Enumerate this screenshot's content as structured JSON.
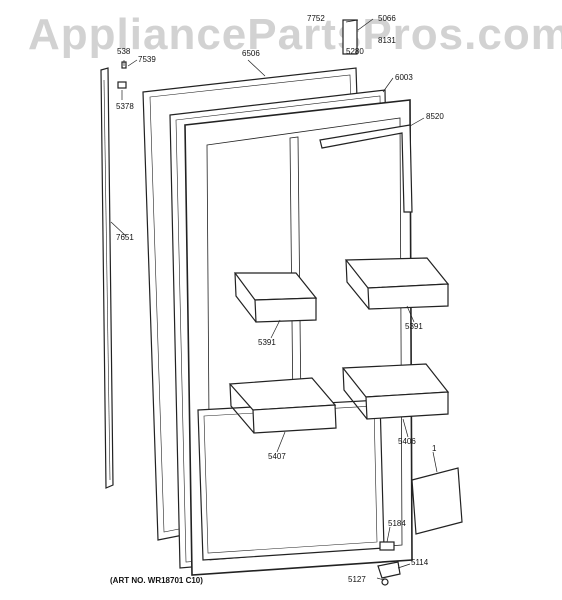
{
  "watermark": "AppliancePartsPros.com",
  "art_number": "(ART NO. WR18701 C10)",
  "parts": {
    "p7752": "7752",
    "p5066": "5066",
    "p8131": "8131",
    "p5280": "5280",
    "p538": "538",
    "p7539": "7539",
    "p6506": "6506",
    "p6003": "6003",
    "p5378": "5378",
    "p8520": "8520",
    "p7651": "7651",
    "p5391a": "5391",
    "p5391b": "5391",
    "p5407": "5407",
    "p5406": "5406",
    "p1": "1",
    "p5184": "5184",
    "p5114": "5114",
    "p5127": "5127"
  }
}
